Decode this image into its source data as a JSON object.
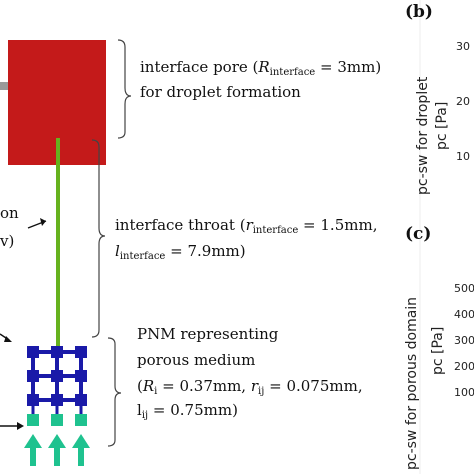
{
  "pore": {
    "line1": "interface pore (",
    "sym": "R",
    "sub": "interface",
    "eq": " = 3mm)",
    "line2": "for droplet formation"
  },
  "throat": {
    "line1a": "interface throat  (",
    "r_sym": "r",
    "r_sub": "interface",
    "r_eq": " = 1.5mm,",
    "l_sym": "l",
    "l_sub": "interface",
    "l_eq": " = 7.9mm)"
  },
  "pnm": {
    "line1": "PNM representing",
    "line2": "porous medium",
    "open": "(",
    "Ri_sym": "R",
    "Ri_sub": "i",
    "Ri_eq": " = 0.37mm, ",
    "rij_sym": "r",
    "rij_sub": "ij",
    "rij_eq": " = 0.075mm,",
    "lij_sym": "l",
    "lij_sub": "ij",
    "lij_eq": " = 0.75mm)"
  },
  "left_fragments": {
    "a": "on",
    "b": "v)"
  },
  "panel_b": {
    "label": "(b)",
    "ylabel_outer": "pc-sw for droplet",
    "ylabel_inner": "pc [Pa]",
    "ticks": [
      "30",
      "20",
      "10"
    ]
  },
  "panel_c": {
    "label": "(c)",
    "ylabel_outer": "pc-sw for porous domain",
    "ylabel_inner": "pc [Pa]",
    "ticks": [
      "500",
      "400",
      "300",
      "200",
      "100"
    ]
  },
  "colors": {
    "pore": "#c41a1a",
    "throat": "#66b21e",
    "pnm": "#1a1aa8",
    "inlet": "#1fc28f",
    "arrow": "#9a9a9a"
  }
}
